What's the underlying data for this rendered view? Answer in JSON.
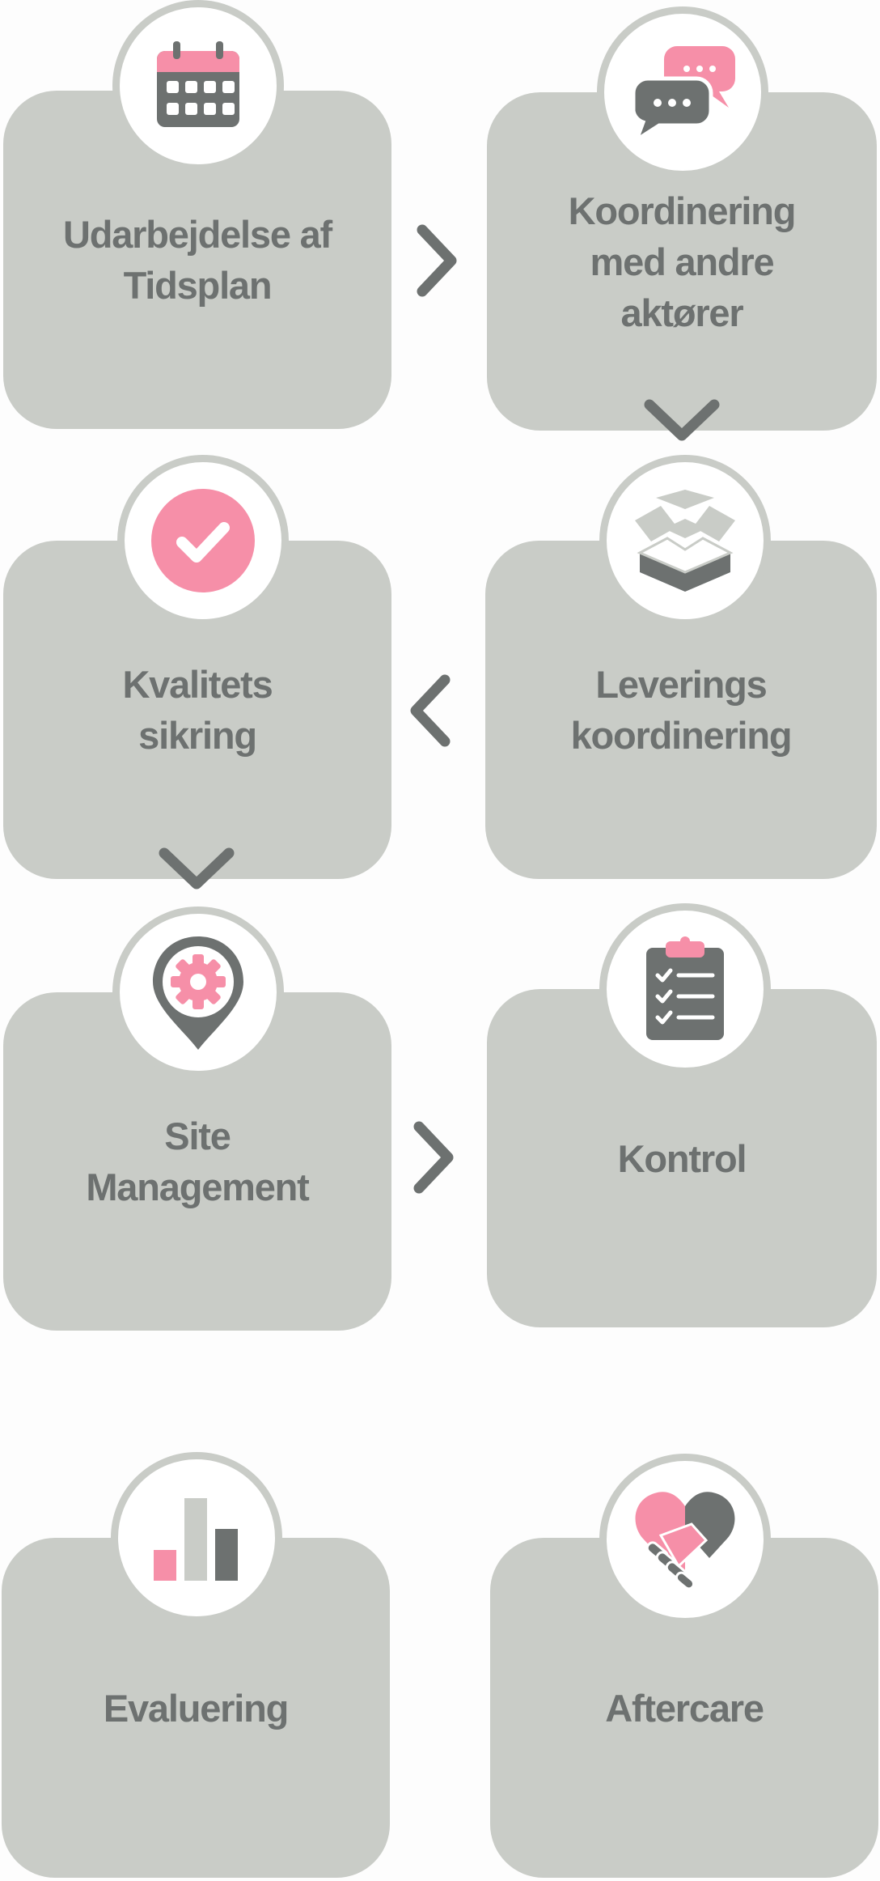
{
  "colors": {
    "card": "#c9ccc7",
    "text": "#6d7170",
    "accent": "#f68fa8",
    "icon_dark": "#6d7170"
  },
  "steps": [
    {
      "label": "Udarbejdelse af\nTidsplan",
      "icon": "calendar-icon"
    },
    {
      "label": "Koordinering\nmed andre\naktører",
      "icon": "chat-bubbles-icon"
    },
    {
      "label": "Kvalitets\nsikring",
      "icon": "checkmark-circle-icon"
    },
    {
      "label": "Leverings\nkoordinering",
      "icon": "open-box-icon"
    },
    {
      "label": "Site\nManagement",
      "icon": "location-gear-icon"
    },
    {
      "label": "Kontrol",
      "icon": "clipboard-checklist-icon"
    },
    {
      "label": "Evaluering",
      "icon": "bar-chart-icon"
    },
    {
      "label": "Aftercare",
      "icon": "heart-handshake-icon"
    }
  ]
}
